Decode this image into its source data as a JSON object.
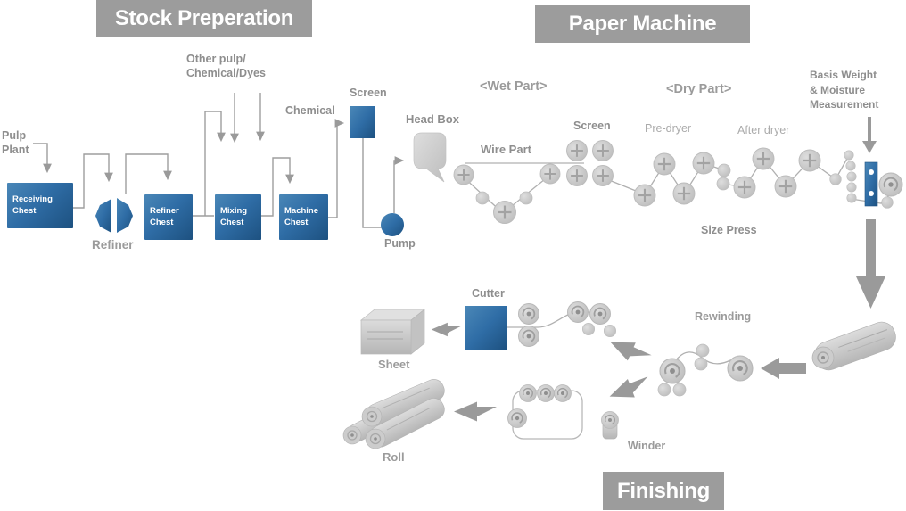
{
  "banners": {
    "stock_preparation": "Stock Preperation",
    "paper_machine": "Paper Machine",
    "finishing": "Finishing"
  },
  "labels": {
    "pulp_plant": "Pulp\nPlant",
    "receiving_chest": "Receiving\nChest",
    "refiner": "Refiner",
    "refiner_chest": "Refiner\nChest",
    "mixing_chest": "Mixing\nChest",
    "machine_chest": "Machine\nChest",
    "other_pulp": "Other pulp/\nChemical/Dyes",
    "chemical": "Chemical",
    "screen_stock": "Screen",
    "pump": "Pump",
    "head_box": "Head Box",
    "wet_part": "<Wet Part>",
    "dry_part": "<Dry Part>",
    "wire_part": "Wire Part",
    "screen_wet": "Screen",
    "pre_dryer": "Pre-dryer",
    "after_dryer": "After dryer",
    "size_press": "Size Press",
    "basis_weight": "Basis Weight\n& Moisture\nMeasurement",
    "rewinding": "Rewinding",
    "winder": "Winder",
    "cutter": "Cutter",
    "sheet": "Sheet",
    "roll": "Roll"
  },
  "colors": {
    "accent_blue": "#2f6da6",
    "banner_gray": "#9c9c9c",
    "label_gray": "#8e8e8e",
    "light_label_gray": "#ababab",
    "machine_gray": "#c4c4c4",
    "line_gray": "#9e9e9e"
  }
}
